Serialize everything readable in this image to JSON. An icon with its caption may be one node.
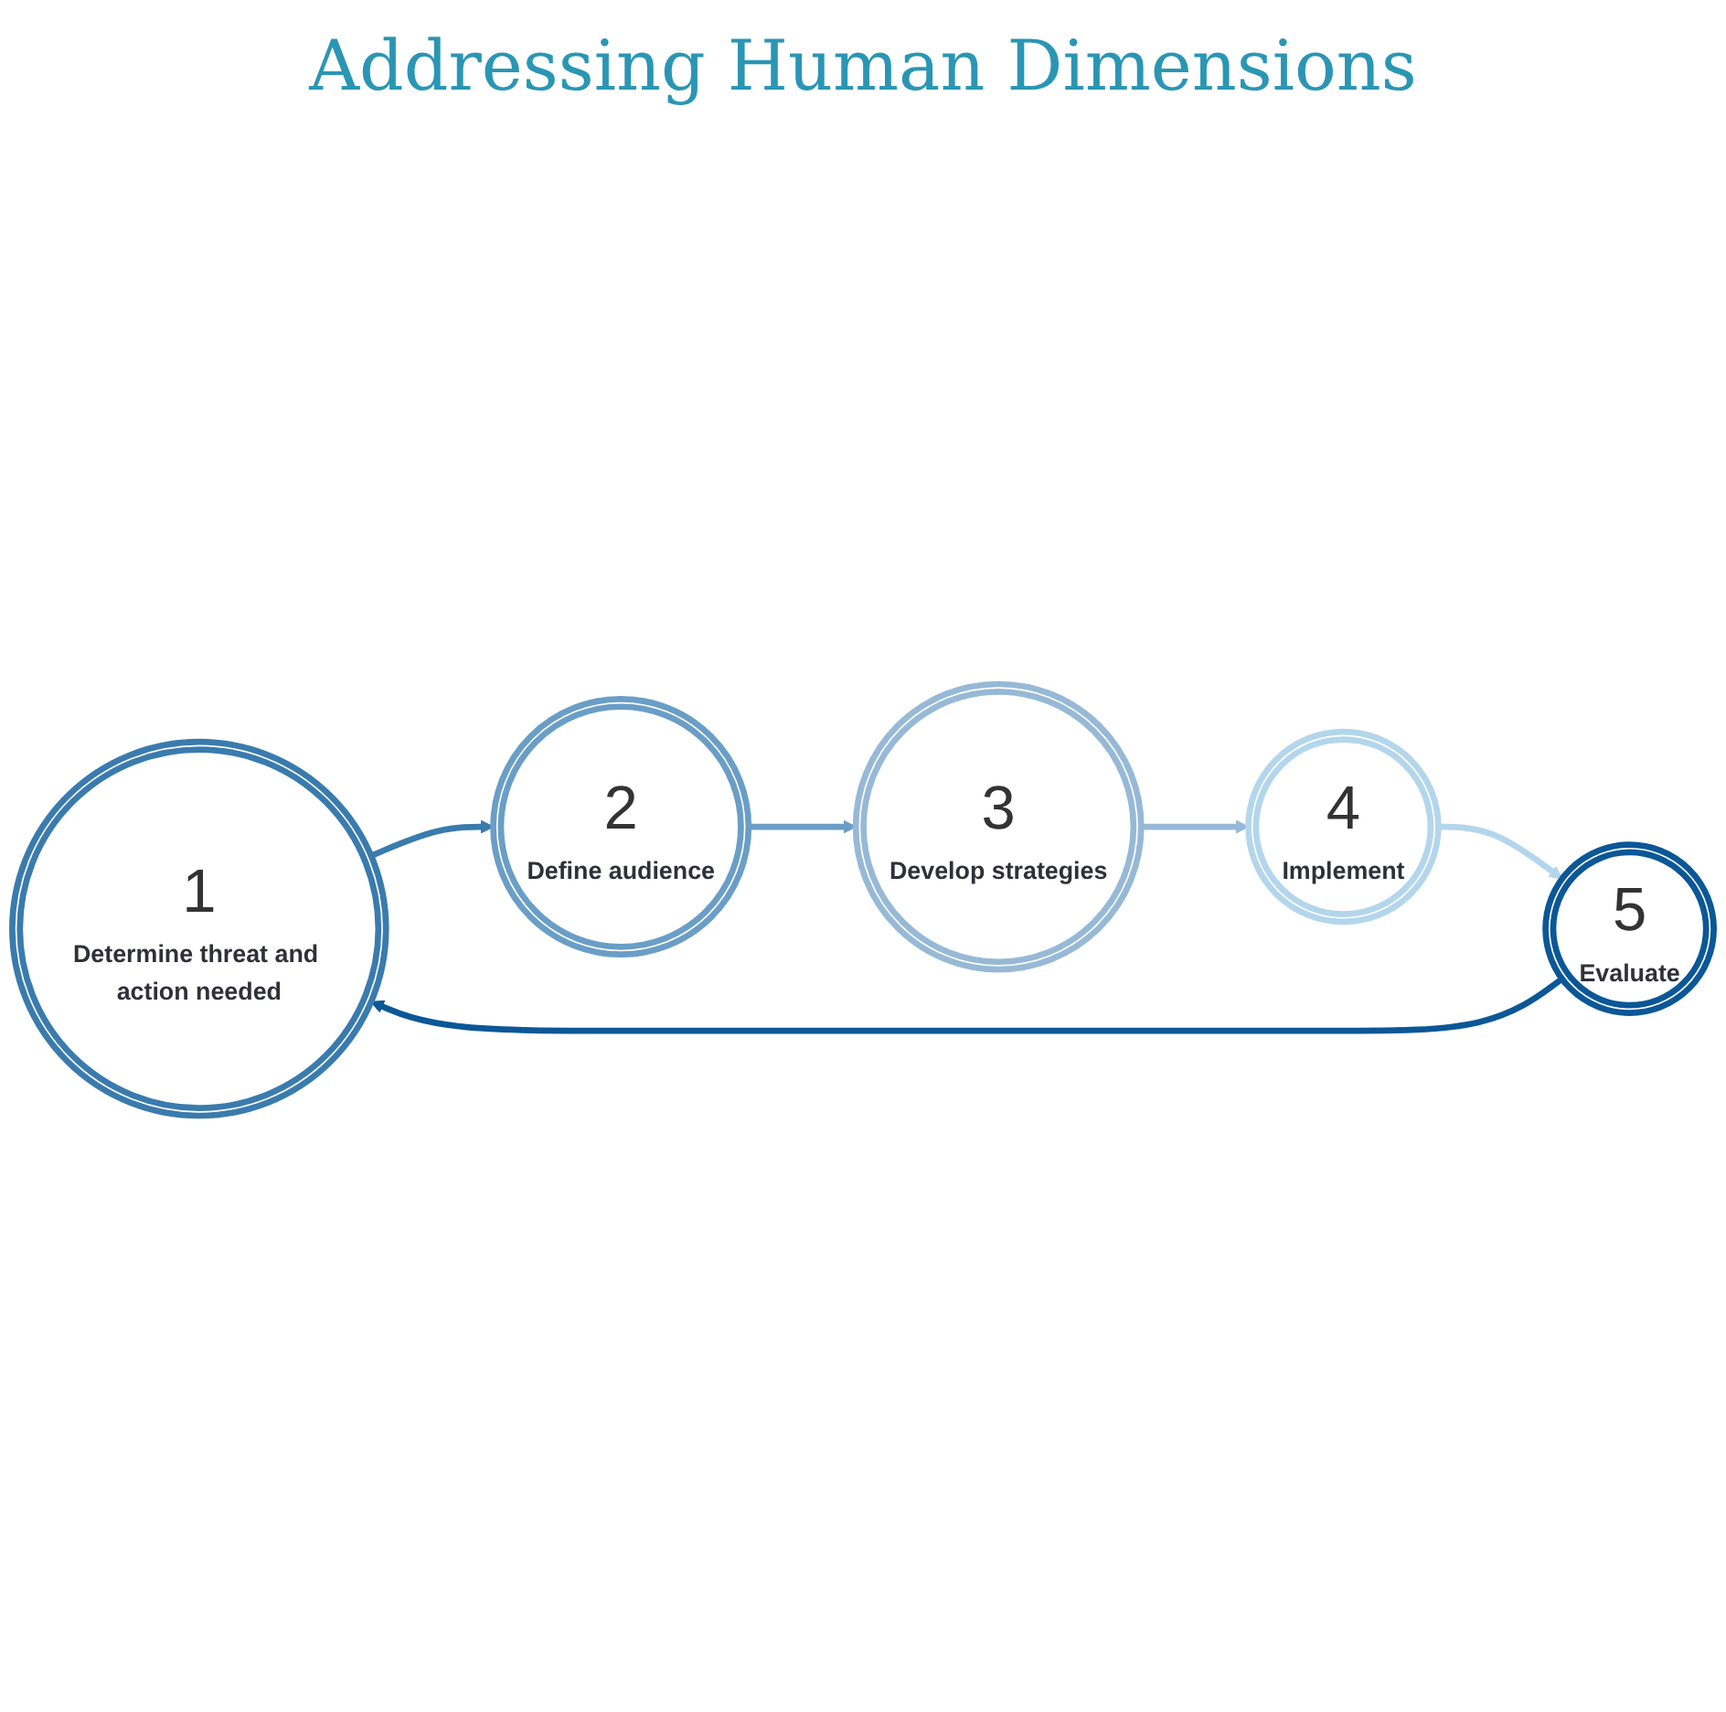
{
  "diagram": {
    "title": "Addressing Human Dimensions",
    "nodes": [
      {
        "text": [
          "1",
          "Determine threat and action needed"
        ]
      },
      {
        "text": [
          "2",
          "Define audience"
        ]
      },
      {
        "text": [
          "3",
          "Develop strategies"
        ]
      },
      {
        "text": [
          "4",
          "Implement"
        ]
      },
      {
        "text": [
          "5",
          "Evaluate"
        ]
      }
    ],
    "edges": [
      {
        "from": 4,
        "to": 0,
        "arrow": "to",
        "color": "#0b5797"
      },
      {
        "from": 0,
        "to": 1,
        "arrow": "to",
        "color": "#3a7bae"
      },
      {
        "from": 1,
        "to": 2,
        "arrow": "to",
        "color": "#6a9ec6"
      },
      {
        "from": 2,
        "to": 3,
        "arrow": "to",
        "color": "#97b9d6"
      },
      {
        "from": 3,
        "to": 4,
        "arrow": "to",
        "color": "#b3d6ec"
      }
    ]
  }
}
